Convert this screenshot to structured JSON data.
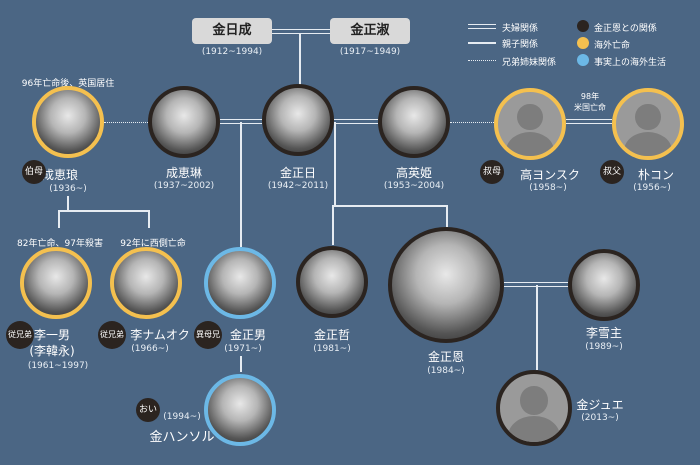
{
  "grandparents": [
    {
      "name": "金日成",
      "years": "(1912~1994)"
    },
    {
      "name": "金正淑",
      "years": "(1917~1949)"
    }
  ],
  "legend": {
    "lines": [
      "夫婦関係",
      "親子関係",
      "兄弟姉妹関係"
    ],
    "dots": [
      {
        "label": "金正恩との関係",
        "color": "#2b2420"
      },
      {
        "label": "海外亡命",
        "color": "#f4c04f"
      },
      {
        "label": "事実上の海外生活",
        "color": "#6cb8e6"
      }
    ]
  },
  "captions": {
    "sung_hye_rang": "96年亡命後、英国居住",
    "park_kon": "98年",
    "park_kon2": "米国亡命",
    "li_il_nam": "82年亡命、97年殺害",
    "li_nam_ok": "92年に西側亡命"
  },
  "people": [
    {
      "id": "sung-hye-rang",
      "name": "成恵琅",
      "years": "(1936~)",
      "badge": "伯母",
      "ring": "yellow"
    },
    {
      "id": "sung-hye-rim",
      "name": "成恵琳",
      "years": "(1937~2002)",
      "ring": "dark"
    },
    {
      "id": "kim-jong-il",
      "name": "金正日",
      "years": "(1942~2011)",
      "ring": "dark"
    },
    {
      "id": "ko-yong-hui",
      "name": "高英姫",
      "years": "(1953~2004)",
      "ring": "dark"
    },
    {
      "id": "ko-yong-suk",
      "name": "高ヨンスク",
      "years": "(1958~)",
      "badge": "叔母",
      "ring": "yellow",
      "silhouette": true
    },
    {
      "id": "park-kon",
      "name": "朴コン",
      "years": "(1956~)",
      "badge": "叔父",
      "ring": "yellow",
      "silhouette": true
    },
    {
      "id": "li-il-nam",
      "name": "李一男",
      "alias": "(李韓永)",
      "years": "(1961~1997)",
      "badge": "従兄弟",
      "ring": "yellow"
    },
    {
      "id": "li-nam-ok",
      "name": "李ナムオク",
      "years": "(1966~)",
      "badge": "従兄弟",
      "ring": "yellow"
    },
    {
      "id": "kim-jong-nam",
      "name": "金正男",
      "years": "(1971~)",
      "badge": "異母兄",
      "ring": "blue"
    },
    {
      "id": "kim-han-sol",
      "name": "金ハンソル",
      "years": "(1994~)",
      "badge": "おい",
      "ring": "blue"
    },
    {
      "id": "kim-jong-chul",
      "name": "金正哲",
      "years": "(1981~)",
      "ring": "dark"
    },
    {
      "id": "kim-jong-un",
      "name": "金正恩",
      "years": "(1984~)",
      "ring": "dark"
    },
    {
      "id": "ri-sol-ju",
      "name": "李雪主",
      "years": "(1989~)",
      "ring": "dark"
    },
    {
      "id": "kim-ju-ae",
      "name": "金ジュエ",
      "years": "(2013~)",
      "ring": "dark",
      "silhouette": true
    }
  ]
}
